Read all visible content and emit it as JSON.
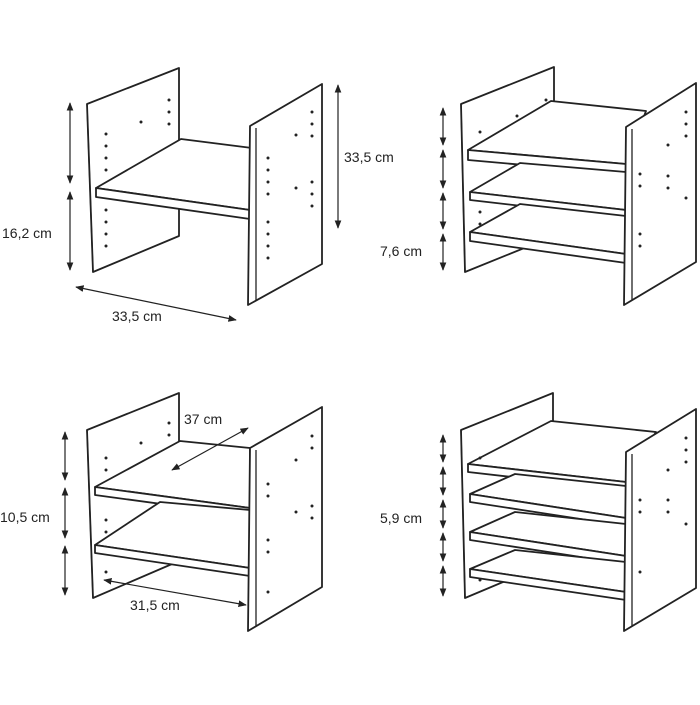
{
  "colors": {
    "stroke": "#222222",
    "background": "#ffffff"
  },
  "configurations": [
    {
      "shelves": 1,
      "labels": {
        "height_total": "33,5 cm",
        "shelf_spacing": "16,2 cm",
        "width": "33,5 cm"
      }
    },
    {
      "shelves": 3,
      "labels": {
        "shelf_spacing": "7,6 cm"
      }
    },
    {
      "shelves": 2,
      "labels": {
        "depth": "37 cm",
        "shelf_spacing": "10,5 cm",
        "inner_width": "31,5 cm"
      }
    },
    {
      "shelves": 4,
      "labels": {
        "shelf_spacing": "5,9 cm"
      }
    }
  ]
}
